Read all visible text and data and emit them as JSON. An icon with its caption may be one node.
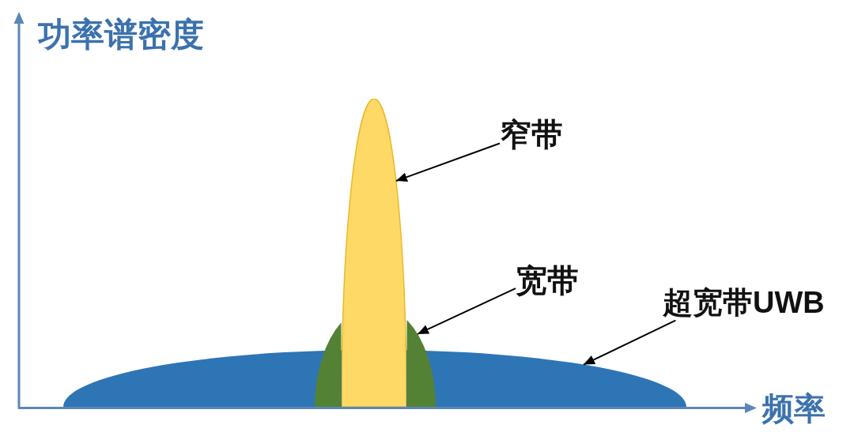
{
  "diagram": {
    "nodes": [
      {
        "text": [
          "窄带"
        ]
      },
      {
        "text": [
          "宽带"
        ]
      },
      {
        "text": [
          "超宽带UWB"
        ]
      },
      {
        "text": [],
        "shape": "dome"
      },
      {
        "text": [],
        "shape": "dome"
      },
      {
        "text": [],
        "shape": "dome"
      }
    ],
    "edges": [
      {
        "from": 0,
        "to": 3,
        "arrow": "to"
      },
      {
        "from": 1,
        "to": 4,
        "arrow": "to"
      },
      {
        "from": 2,
        "to": 5,
        "arrow": "to"
      }
    ],
    "labels": [
      "功率谱密度",
      "频率"
    ]
  }
}
